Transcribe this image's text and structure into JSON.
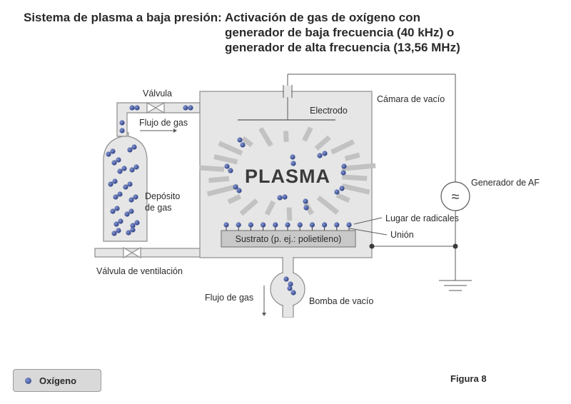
{
  "title": {
    "lead": "Sistema de plasma a baja presión:",
    "lines": [
      "Activación de gas de oxígeno con",
      "generador de baja frecuencia (40 kHz) o",
      "generador de alta frecuencia (13,56 MHz)"
    ]
  },
  "labels": {
    "valve": "Válvula",
    "gas_flow_top": "Flujo de gas",
    "tank": [
      "Depósito",
      "de gas"
    ],
    "vent_valve": "Válvula de ventilación",
    "vacuum_chamber": "Cámara de vacío",
    "electrode": "Electrodo",
    "plasma": "PLASMA",
    "radical_sites": "Lugar de radicales",
    "bond": "Unión",
    "substrate": "Sustrato (p. ej.: polietileno)",
    "gas_flow_bottom": "Flujo de gas",
    "vacuum_pump": "Bomba de vacío",
    "rf_generator": "Generador de AF",
    "rf_symbol": "≈"
  },
  "legend": {
    "label": "Oxígeno"
  },
  "figure_label": "Figura 8",
  "colors": {
    "molecule": "#33478c",
    "pipe_fill": "#e6e6e6",
    "outline": "#8c8c8c",
    "ray": "#c2c2c2",
    "substrate": "#c8c8c8"
  }
}
